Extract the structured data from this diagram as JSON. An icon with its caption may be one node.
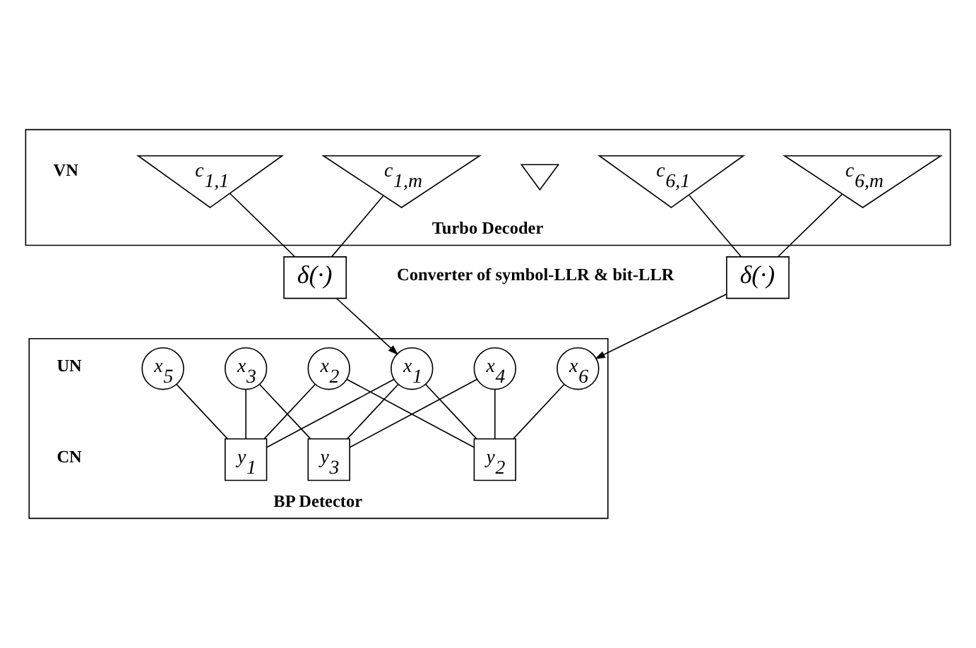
{
  "diagram": {
    "nodes": [
      {
        "text": [
          "Turbo Decoder"
        ]
      },
      {
        "text": [
          "c$_{1,1}$"
        ],
        "in": 0
      },
      {
        "text": [
          "c$_{1,m}$"
        ],
        "in": 0
      },
      {
        "text": [],
        "shape": "triangle",
        "in": 0
      },
      {
        "text": [
          "c$_{6,1}$"
        ],
        "in": 0
      },
      {
        "text": [
          "c$_{6,m}$"
        ],
        "in": 0
      },
      {
        "text": [
          "δ(·)"
        ]
      },
      {
        "text": [
          "δ(·)"
        ]
      },
      {
        "text": [
          "BP Detector"
        ]
      },
      {
        "text": [
          "x$_{1}$"
        ],
        "in": 8
      },
      {
        "text": [
          "x$_{2}$"
        ],
        "in": 8
      },
      {
        "text": [
          "x$_{3}$"
        ],
        "in": 8
      },
      {
        "text": [
          "x$_{4}$"
        ],
        "in": 8
      },
      {
        "text": [
          "x$_{5}$"
        ],
        "in": 8
      },
      {
        "text": [
          "x$_{6}$"
        ],
        "in": 8
      },
      {
        "text": [
          "y$_{1}$"
        ],
        "in": 8
      },
      {
        "text": [
          "y$_{2}$"
        ],
        "in": 8
      },
      {
        "text": [
          "y$_{3}$"
        ],
        "in": 8
      }
    ],
    "edges": [
      {
        "from": 1,
        "to": 6,
        "arrow": "none"
      },
      {
        "from": 2,
        "to": 6,
        "arrow": "none"
      },
      {
        "from": 4,
        "to": 7,
        "arrow": "none"
      },
      {
        "from": 5,
        "to": 7,
        "arrow": "none"
      },
      {
        "from": 6,
        "to": 9,
        "arrow": "to"
      },
      {
        "from": 7,
        "to": 14,
        "arrow": "to"
      },
      {
        "from": 9,
        "to": 15,
        "arrow": "none"
      },
      {
        "from": 9,
        "to": 16,
        "arrow": "none"
      },
      {
        "from": 9,
        "to": 17,
        "arrow": "none"
      },
      {
        "from": 10,
        "to": 15,
        "arrow": "none"
      },
      {
        "from": 10,
        "to": 16,
        "arrow": "none"
      },
      {
        "from": 11,
        "to": 15,
        "arrow": "none"
      },
      {
        "from": 11,
        "to": 17,
        "arrow": "none"
      },
      {
        "from": 12,
        "to": 16,
        "arrow": "none"
      },
      {
        "from": 12,
        "to": 17,
        "arrow": "none"
      },
      {
        "from": 13,
        "to": 15,
        "arrow": "none"
      },
      {
        "from": 14,
        "to": 16,
        "arrow": "none"
      }
    ],
    "labels": [
      "VN",
      "Converter of symbol-LLR & bit-LLR",
      "UN",
      "CN"
    ]
  }
}
